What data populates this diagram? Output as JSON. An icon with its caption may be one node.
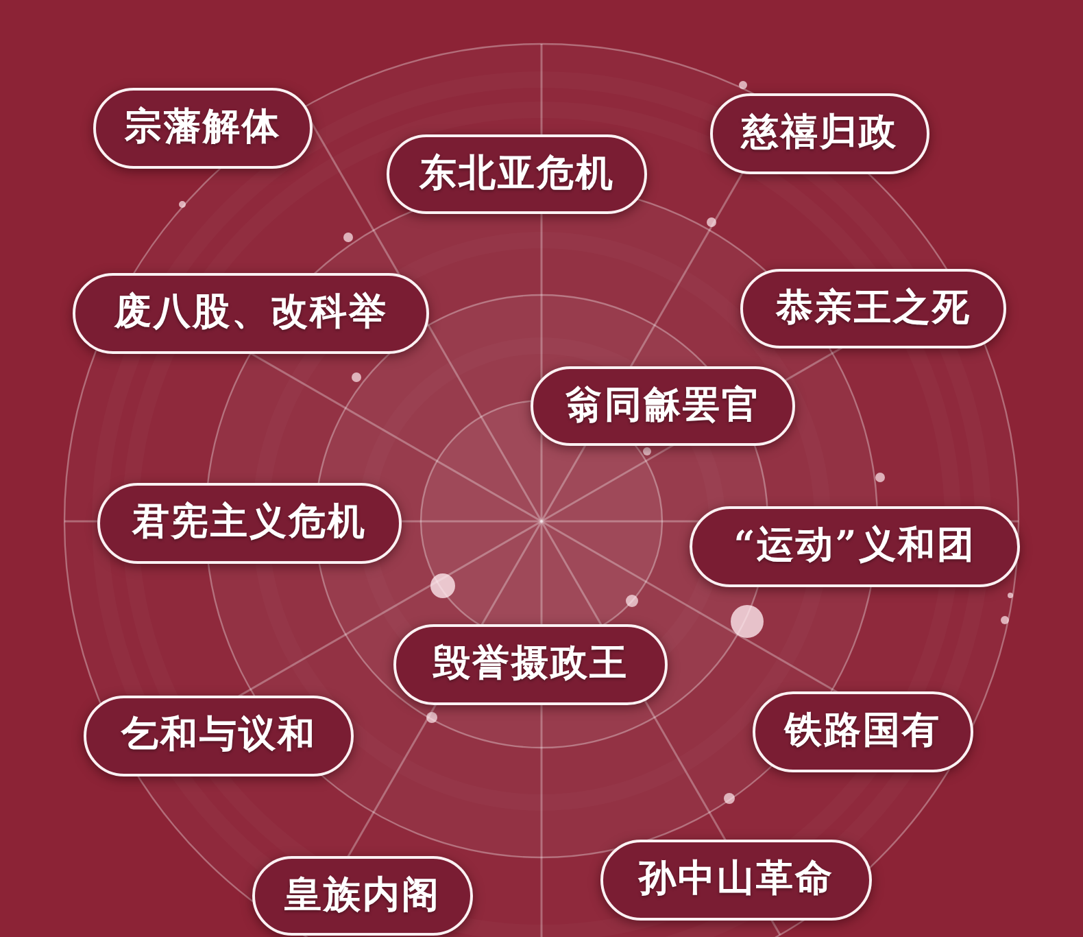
{
  "diagram": {
    "nodes": [
      {
        "text": [
          "宗藩解体"
        ]
      },
      {
        "text": [
          "东北亚危机"
        ]
      },
      {
        "text": [
          "慈禧归政"
        ]
      },
      {
        "text": [
          "废八股、改科举"
        ]
      },
      {
        "text": [
          "恭亲王之死"
        ]
      },
      {
        "text": [
          "翁同龢罢官"
        ]
      },
      {
        "text": [
          "君宪主义危机"
        ]
      },
      {
        "text": [
          "“运动”义和团"
        ]
      },
      {
        "text": [
          "毁誉摄政王"
        ]
      },
      {
        "text": [
          "乞和与议和"
        ]
      },
      {
        "text": [
          "铁路国有"
        ]
      },
      {
        "text": [
          "皇族内阁"
        ]
      },
      {
        "text": [
          "孙中山革命"
        ]
      }
    ]
  }
}
